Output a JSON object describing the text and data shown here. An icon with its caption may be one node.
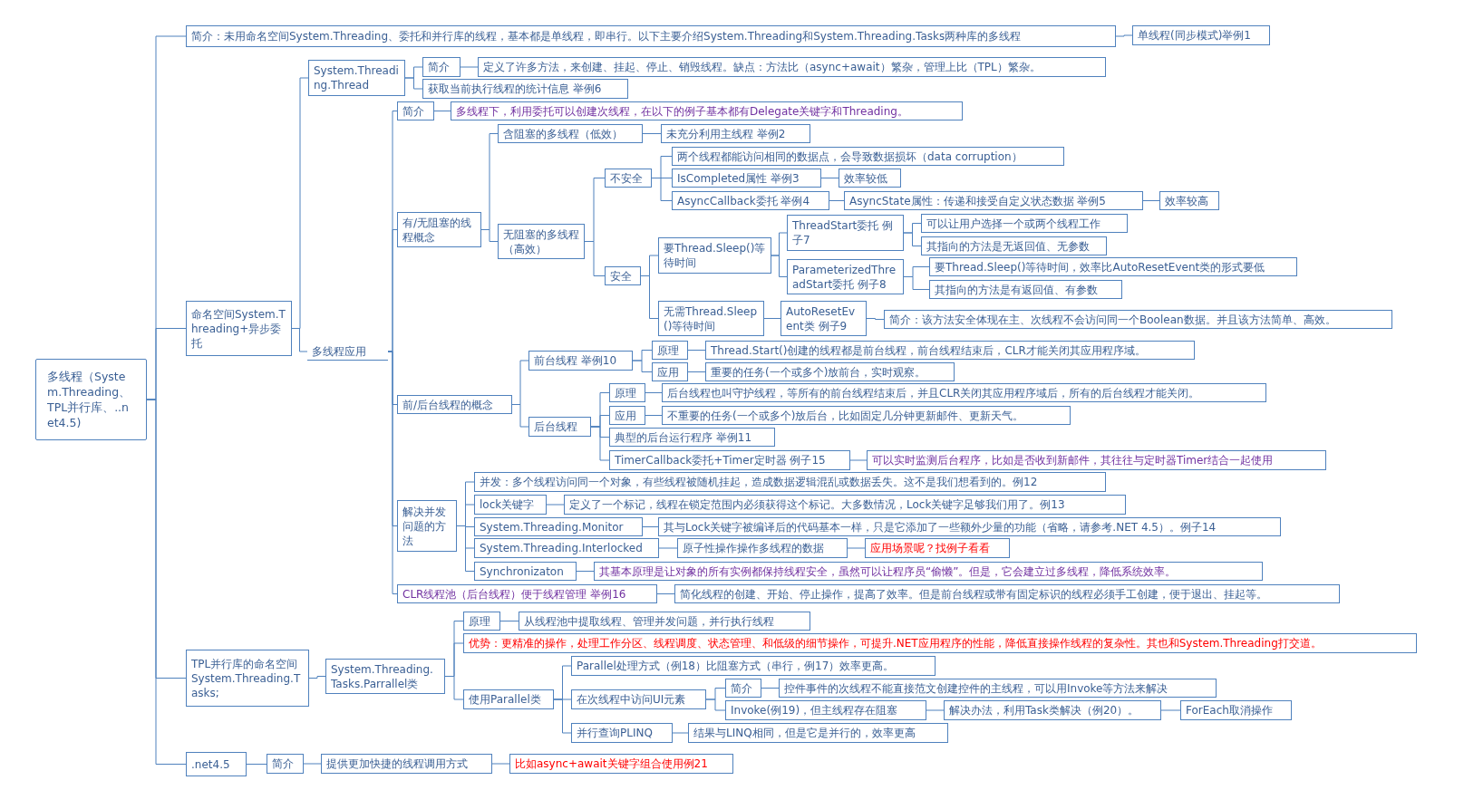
{
  "diagram": {
    "nodes": [
      {
        "text": [
          "多线程（System.Threading、TPL并行库、..net4.5)"
        ]
      },
      {
        "text": [
          "简介：未用命名空间System.Threading、委托和并行库的线程，基本都是单线程，即串行。以下主要介绍System.Threading和System.Threading.Tasks两种库的多线程"
        ]
      },
      {
        "text": [
          "单线程(同步模式)举例1"
        ]
      },
      {
        "text": [
          "命名空间System.Threading+异步委托"
        ]
      },
      {
        "text": [
          "System.Threading.Thread"
        ]
      },
      {
        "text": [
          "简介"
        ]
      },
      {
        "text": [
          "定义了许多方法，来创建、挂起、停止、销毁线程。缺点：方法比（async+await）繁杂，管理上比（TPL）繁杂。"
        ]
      },
      {
        "text": [
          "获取当前执行线程的统计信息 举例6"
        ]
      },
      {
        "text": [
          "多线程应用"
        ]
      },
      {
        "text": [
          "简介"
        ]
      },
      {
        "text": [
          "多线程下，利用委托可以创建次线程，在以下的例子基本都有Delegate关键字和Threading。"
        ]
      },
      {
        "text": [
          "有/无阻塞的线程概念"
        ]
      },
      {
        "text": [
          "含阻塞的多线程（低效）"
        ]
      },
      {
        "text": [
          "未充分利用主线程 举例2"
        ]
      },
      {
        "text": [
          "无阻塞的多线程（高效）"
        ]
      },
      {
        "text": [
          "不安全"
        ]
      },
      {
        "text": [
          "两个线程都能访问相同的数据点，会导致数据损坏（data corruption）"
        ]
      },
      {
        "text": [
          "IsCompleted属性 举例3"
        ]
      },
      {
        "text": [
          "效率较低"
        ]
      },
      {
        "text": [
          "AsyncCallback委托 举例4"
        ]
      },
      {
        "text": [
          "AsyncState属性：传递和接受自定义状态数据 举例5"
        ]
      },
      {
        "text": [
          "效率较高"
        ]
      },
      {
        "text": [
          "安全"
        ]
      },
      {
        "text": [
          "要Thread.Sleep()等待时间"
        ]
      },
      {
        "text": [
          "ThreadStart委托 例子7"
        ]
      },
      {
        "text": [
          "可以让用户选择一个或两个线程工作"
        ]
      },
      {
        "text": [
          "其指向的方法是无返回值、无参数"
        ]
      },
      {
        "text": [
          "ParameterizedThreadStart委托 例子8"
        ]
      },
      {
        "text": [
          "要Thread.Sleep()等待时间，效率比AutoResetEvent类的形式要低"
        ]
      },
      {
        "text": [
          "其指向的方法是有返回值、有参数"
        ]
      },
      {
        "text": [
          "无需Thread.Sleep()等待时间"
        ]
      },
      {
        "text": [
          "AutoResetEvent类 例子9"
        ]
      },
      {
        "text": [
          "简介：该方法安全体现在主、次线程不会访问同一个Boolean数据。并且该方法简单、高效。"
        ]
      },
      {
        "text": [
          "前/后台线程的概念"
        ]
      },
      {
        "text": [
          "前台线程 举例10"
        ]
      },
      {
        "text": [
          "原理"
        ]
      },
      {
        "text": [
          "Thread.Start()创建的线程都是前台线程，前台线程结束后，CLR才能关闭其应用程序域。"
        ]
      },
      {
        "text": [
          "应用"
        ]
      },
      {
        "text": [
          "重要的任务(一个或多个)放前台，实时观察。"
        ]
      },
      {
        "text": [
          "后台线程"
        ]
      },
      {
        "text": [
          "原理"
        ]
      },
      {
        "text": [
          "后台线程也叫守护线程，等所有的前台线程结束后，并且CLR关闭其应用程序域后，所有的后台线程才能关闭。"
        ]
      },
      {
        "text": [
          "应用"
        ]
      },
      {
        "text": [
          "不重要的任务(一个或多个)放后台，比如固定几分钟更新邮件、更新天气。"
        ]
      },
      {
        "text": [
          "典型的后台运行程序 举例11"
        ]
      },
      {
        "text": [
          "TimerCallback委托+Timer定时器 例子15"
        ]
      },
      {
        "text": [
          "可以实时监测后台程序，比如是否收到新邮件，其往往与定时器Timer结合一起使用"
        ]
      },
      {
        "text": [
          "解决并发问题的方法"
        ]
      },
      {
        "text": [
          "并发：多个线程访问同一个对象，有些线程被随机挂起，造成数据逻辑混乱或数据丢失。这不是我们想看到的。例12"
        ]
      },
      {
        "text": [
          "lock关键字"
        ]
      },
      {
        "text": [
          "定义了一个标记，线程在锁定范围内必须获得这个标记。大多数情况，Lock关键字足够我们用了。例13"
        ]
      },
      {
        "text": [
          "System.Threading.Monitor"
        ]
      },
      {
        "text": [
          "其与Lock关键字被编译后的代码基本一样，只是它添加了一些额外少量的功能（省略，请参考.NET 4.5）。例子14"
        ]
      },
      {
        "text": [
          "System.Threading.Interlocked"
        ]
      },
      {
        "text": [
          "原子性操作操作多线程的数据"
        ]
      },
      {
        "text": [
          "应用场景呢？找例子看看"
        ]
      },
      {
        "text": [
          "Synchronizaton"
        ]
      },
      {
        "text": [
          "其基本原理是让对象的所有实例都保持线程安全，虽然可以让程序员“偷懒”。但是，它会建立过多线程，降低系统效率。"
        ]
      },
      {
        "text": [
          "CLR线程池（后台线程）便于线程管理 举例16"
        ]
      },
      {
        "text": [
          "简化线程的创建、开始、停止操作，提高了效率。但是前台线程或带有固定标识的线程必须手工创建，便于退出、挂起等。"
        ]
      },
      {
        "text": [
          "TPL并行库的命名空间 System.Threading.Tasks;"
        ]
      },
      {
        "text": [
          "System.Threading.Tasks.Parrallel类"
        ]
      },
      {
        "text": [
          "原理"
        ]
      },
      {
        "text": [
          "从线程池中提取线程、管理并发问题，并行执行线程"
        ]
      },
      {
        "text": [
          "优势：更精准的操作，处理工作分区、线程调度、状态管理、和低级的细节操作，可提升.NET应用程序的性能，降低直接操作线程的复杂性。其也和System.Threading打交道。"
        ]
      },
      {
        "text": [
          "使用Parallel类"
        ]
      },
      {
        "text": [
          "Parallel处理方式（例18）比阻塞方式（串行，例17）效率更高。"
        ]
      },
      {
        "text": [
          "在次线程中访问UI元素"
        ]
      },
      {
        "text": [
          "简介"
        ]
      },
      {
        "text": [
          "控件事件的次线程不能直接范文创建控件的主线程，可以用Invoke等方法来解决"
        ]
      },
      {
        "text": [
          "Invoke(例19)，但主线程存在阻塞"
        ]
      },
      {
        "text": [
          "解决办法，利用Task类解决（例20）。"
        ]
      },
      {
        "text": [
          "ForEach取消操作"
        ]
      },
      {
        "text": [
          "并行查询PLINQ"
        ]
      },
      {
        "text": [
          "结果与LINQ相同，但是它是并行的，效率更高"
        ]
      },
      {
        "text": [
          ".net4.5"
        ]
      },
      {
        "text": [
          "简介"
        ]
      },
      {
        "text": [
          "提供更加快捷的线程调用方式"
        ]
      },
      {
        "text": [
          "比如async+await关键字组合使用例21"
        ]
      }
    ],
    "edges": [
      {
        "from": 0,
        "to": 1,
        "arrow": "none"
      },
      {
        "from": 1,
        "to": 2,
        "arrow": "none"
      },
      {
        "from": 0,
        "to": 3,
        "arrow": "none"
      },
      {
        "from": 3,
        "to": 4,
        "arrow": "none"
      },
      {
        "from": 4,
        "to": 5,
        "arrow": "none"
      },
      {
        "from": 5,
        "to": 6,
        "arrow": "none"
      },
      {
        "from": 4,
        "to": 7,
        "arrow": "none"
      },
      {
        "from": 3,
        "to": 8,
        "arrow": "none"
      },
      {
        "from": 8,
        "to": 9,
        "arrow": "none"
      },
      {
        "from": 9,
        "to": 10,
        "arrow": "none"
      },
      {
        "from": 8,
        "to": 11,
        "arrow": "none"
      },
      {
        "from": 11,
        "to": 12,
        "arrow": "none"
      },
      {
        "from": 12,
        "to": 13,
        "arrow": "none"
      },
      {
        "from": 11,
        "to": 14,
        "arrow": "none"
      },
      {
        "from": 14,
        "to": 15,
        "arrow": "none"
      },
      {
        "from": 15,
        "to": 16,
        "arrow": "none"
      },
      {
        "from": 15,
        "to": 17,
        "arrow": "none"
      },
      {
        "from": 17,
        "to": 18,
        "arrow": "none"
      },
      {
        "from": 15,
        "to": 19,
        "arrow": "none"
      },
      {
        "from": 19,
        "to": 20,
        "arrow": "none"
      },
      {
        "from": 20,
        "to": 21,
        "arrow": "none"
      },
      {
        "from": 14,
        "to": 22,
        "arrow": "none"
      },
      {
        "from": 22,
        "to": 23,
        "arrow": "none"
      },
      {
        "from": 23,
        "to": 24,
        "arrow": "none"
      },
      {
        "from": 24,
        "to": 25,
        "arrow": "none"
      },
      {
        "from": 24,
        "to": 26,
        "arrow": "none"
      },
      {
        "from": 23,
        "to": 27,
        "arrow": "none"
      },
      {
        "from": 27,
        "to": 28,
        "arrow": "none"
      },
      {
        "from": 27,
        "to": 29,
        "arrow": "none"
      },
      {
        "from": 22,
        "to": 30,
        "arrow": "none"
      },
      {
        "from": 30,
        "to": 31,
        "arrow": "none"
      },
      {
        "from": 31,
        "to": 32,
        "arrow": "none"
      },
      {
        "from": 8,
        "to": 33,
        "arrow": "none"
      },
      {
        "from": 33,
        "to": 34,
        "arrow": "none"
      },
      {
        "from": 34,
        "to": 35,
        "arrow": "none"
      },
      {
        "from": 35,
        "to": 36,
        "arrow": "none"
      },
      {
        "from": 34,
        "to": 37,
        "arrow": "none"
      },
      {
        "from": 37,
        "to": 38,
        "arrow": "none"
      },
      {
        "from": 33,
        "to": 39,
        "arrow": "none"
      },
      {
        "from": 39,
        "to": 40,
        "arrow": "none"
      },
      {
        "from": 40,
        "to": 41,
        "arrow": "none"
      },
      {
        "from": 39,
        "to": 42,
        "arrow": "none"
      },
      {
        "from": 42,
        "to": 43,
        "arrow": "none"
      },
      {
        "from": 39,
        "to": 44,
        "arrow": "none"
      },
      {
        "from": 39,
        "to": 45,
        "arrow": "none"
      },
      {
        "from": 45,
        "to": 46,
        "arrow": "none"
      },
      {
        "from": 8,
        "to": 47,
        "arrow": "none"
      },
      {
        "from": 47,
        "to": 48,
        "arrow": "none"
      },
      {
        "from": 47,
        "to": 49,
        "arrow": "none"
      },
      {
        "from": 49,
        "to": 50,
        "arrow": "none"
      },
      {
        "from": 47,
        "to": 51,
        "arrow": "none"
      },
      {
        "from": 51,
        "to": 52,
        "arrow": "none"
      },
      {
        "from": 47,
        "to": 53,
        "arrow": "none"
      },
      {
        "from": 53,
        "to": 54,
        "arrow": "none"
      },
      {
        "from": 54,
        "to": 55,
        "arrow": "none"
      },
      {
        "from": 47,
        "to": 56,
        "arrow": "none"
      },
      {
        "from": 56,
        "to": 57,
        "arrow": "none"
      },
      {
        "from": 8,
        "to": 58,
        "arrow": "none"
      },
      {
        "from": 58,
        "to": 59,
        "arrow": "none"
      },
      {
        "from": 0,
        "to": 60,
        "arrow": "none"
      },
      {
        "from": 60,
        "to": 61,
        "arrow": "none"
      },
      {
        "from": 61,
        "to": 62,
        "arrow": "none"
      },
      {
        "from": 62,
        "to": 63,
        "arrow": "none"
      },
      {
        "from": 61,
        "to": 64,
        "arrow": "none"
      },
      {
        "from": 61,
        "to": 65,
        "arrow": "none"
      },
      {
        "from": 65,
        "to": 66,
        "arrow": "none"
      },
      {
        "from": 65,
        "to": 67,
        "arrow": "none"
      },
      {
        "from": 67,
        "to": 68,
        "arrow": "none"
      },
      {
        "from": 68,
        "to": 69,
        "arrow": "none"
      },
      {
        "from": 67,
        "to": 70,
        "arrow": "none"
      },
      {
        "from": 70,
        "to": 71,
        "arrow": "none"
      },
      {
        "from": 71,
        "to": 72,
        "arrow": "none"
      },
      {
        "from": 65,
        "to": 73,
        "arrow": "none"
      },
      {
        "from": 73,
        "to": 74,
        "arrow": "none"
      },
      {
        "from": 0,
        "to": 75,
        "arrow": "none"
      },
      {
        "from": 75,
        "to": 76,
        "arrow": "none"
      },
      {
        "from": 76,
        "to": 77,
        "arrow": "none"
      },
      {
        "from": 77,
        "to": 78,
        "arrow": "none"
      }
    ]
  }
}
